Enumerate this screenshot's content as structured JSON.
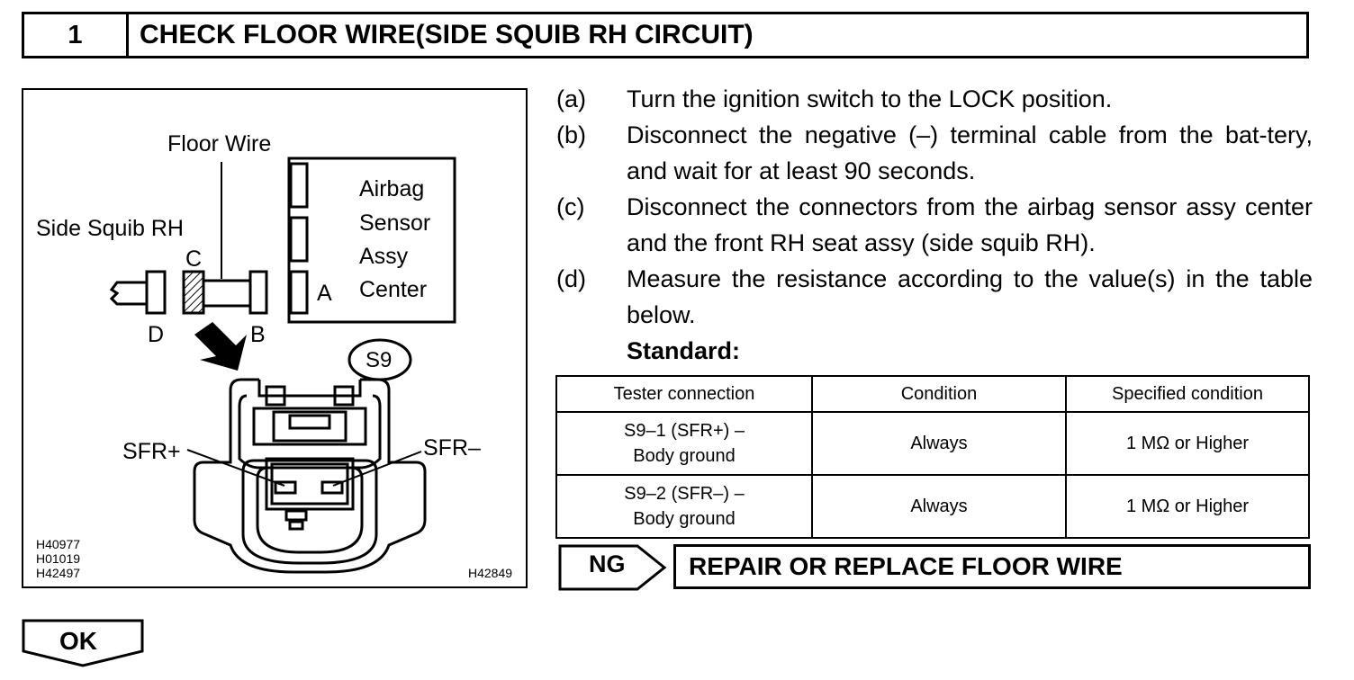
{
  "header": {
    "step": "1",
    "title": "CHECK FLOOR WIRE(SIDE SQUIB RH CIRCUIT)"
  },
  "figure": {
    "labels": {
      "floor_wire": "Floor Wire",
      "side_squib": "Side Squib RH",
      "airbag_1": "Airbag",
      "airbag_2": "Sensor",
      "airbag_3": "Assy",
      "airbag_4": "Center",
      "a": "A",
      "b": "B",
      "c": "C",
      "d": "D",
      "connector": "S9",
      "sfr_plus": "SFR+",
      "sfr_minus": "SFR–"
    },
    "codes": [
      "H40977",
      "H01019",
      "H42497"
    ],
    "code_right": "H42849"
  },
  "instructions": [
    {
      "label": "(a)",
      "text": "Turn the ignition switch to the LOCK position."
    },
    {
      "label": "(b)",
      "text": "Disconnect the negative (–) terminal cable from the bat-tery, and wait for at least 90 seconds."
    },
    {
      "label": "(c)",
      "text": "Disconnect the connectors from the airbag sensor assy center and the front RH seat assy (side squib RH)."
    },
    {
      "label": "(d)",
      "text": "Measure the resistance according to the value(s) in the table below."
    }
  ],
  "standard_label": "Standard:",
  "table": {
    "headers": [
      "Tester connection",
      "Condition",
      "Specified condition"
    ],
    "rows": [
      {
        "conn1": "S9–1 (SFR+) –",
        "conn2": "Body ground",
        "condition": "Always",
        "spec": "1 MΩ or Higher"
      },
      {
        "conn1": "S9–2 (SFR–) –",
        "conn2": "Body ground",
        "condition": "Always",
        "spec": "1 MΩ or Higher"
      }
    ]
  },
  "ng": {
    "tag": "NG",
    "action": "REPAIR OR REPLACE FLOOR WIRE"
  },
  "ok": {
    "tag": "OK"
  }
}
